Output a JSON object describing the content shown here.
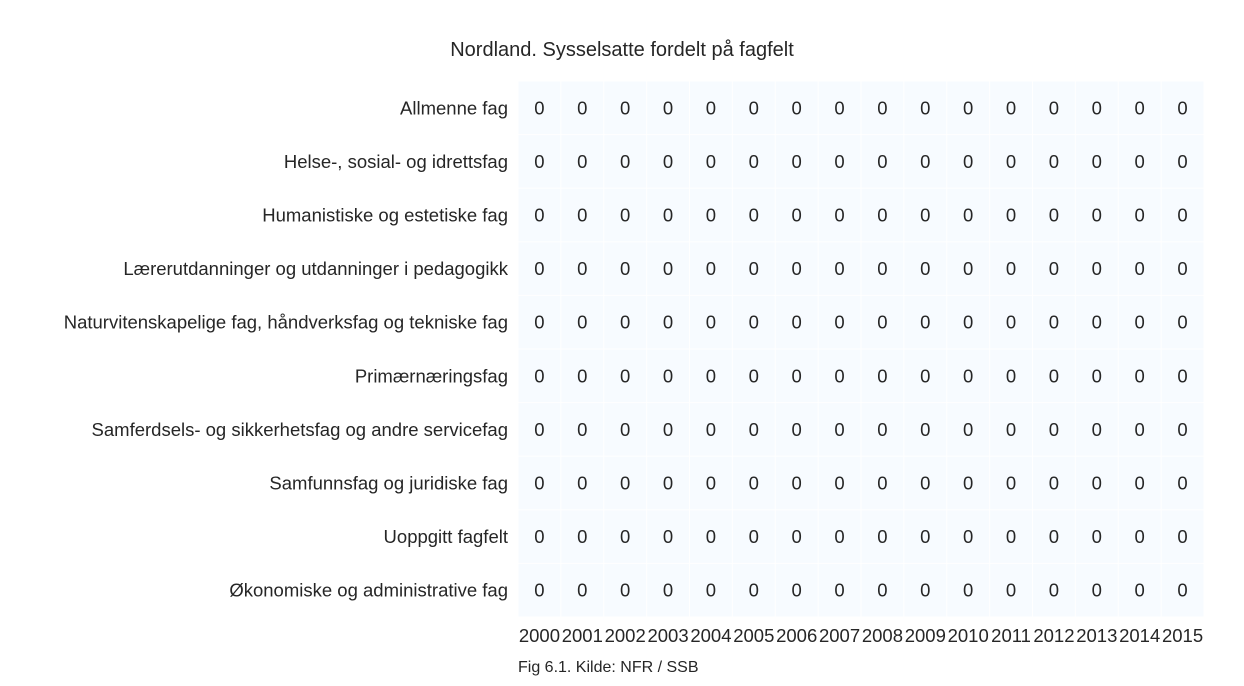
{
  "chart_data": {
    "type": "heatmap",
    "title": "Nordland. Sysselsatte fordelt på fagfelt",
    "caption": "Fig 6.1. Kilde: NFR / SSB",
    "xlabel": "",
    "ylabel": "",
    "grid": false,
    "legend": "none",
    "colors": {
      "cell": "#f7fbff",
      "cell_gap": "#ffffff",
      "text": "#262626"
    },
    "categories": [
      "2000",
      "2001",
      "2002",
      "2003",
      "2004",
      "2005",
      "2006",
      "2007",
      "2008",
      "2009",
      "2010",
      "2011",
      "2012",
      "2013",
      "2014",
      "2015"
    ],
    "rows": [
      "Allmenne fag",
      "Helse-, sosial- og idrettsfag",
      "Humanistiske og estetiske fag",
      "Lærerutdanninger og utdanninger i pedagogikk",
      "Naturvitenskapelige fag, håndverksfag og tekniske fag",
      "Primærnæringsfag",
      "Samferdsels- og sikkerhetsfag og andre servicefag",
      "Samfunnsfag og juridiske fag",
      "Uoppgitt fagfelt",
      "Økonomiske og administrative fag"
    ],
    "values": [
      [
        0,
        0,
        0,
        0,
        0,
        0,
        0,
        0,
        0,
        0,
        0,
        0,
        0,
        0,
        0,
        0
      ],
      [
        0,
        0,
        0,
        0,
        0,
        0,
        0,
        0,
        0,
        0,
        0,
        0,
        0,
        0,
        0,
        0
      ],
      [
        0,
        0,
        0,
        0,
        0,
        0,
        0,
        0,
        0,
        0,
        0,
        0,
        0,
        0,
        0,
        0
      ],
      [
        0,
        0,
        0,
        0,
        0,
        0,
        0,
        0,
        0,
        0,
        0,
        0,
        0,
        0,
        0,
        0
      ],
      [
        0,
        0,
        0,
        0,
        0,
        0,
        0,
        0,
        0,
        0,
        0,
        0,
        0,
        0,
        0,
        0
      ],
      [
        0,
        0,
        0,
        0,
        0,
        0,
        0,
        0,
        0,
        0,
        0,
        0,
        0,
        0,
        0,
        0
      ],
      [
        0,
        0,
        0,
        0,
        0,
        0,
        0,
        0,
        0,
        0,
        0,
        0,
        0,
        0,
        0,
        0
      ],
      [
        0,
        0,
        0,
        0,
        0,
        0,
        0,
        0,
        0,
        0,
        0,
        0,
        0,
        0,
        0,
        0
      ],
      [
        0,
        0,
        0,
        0,
        0,
        0,
        0,
        0,
        0,
        0,
        0,
        0,
        0,
        0,
        0,
        0
      ],
      [
        0,
        0,
        0,
        0,
        0,
        0,
        0,
        0,
        0,
        0,
        0,
        0,
        0,
        0,
        0,
        0
      ]
    ]
  }
}
